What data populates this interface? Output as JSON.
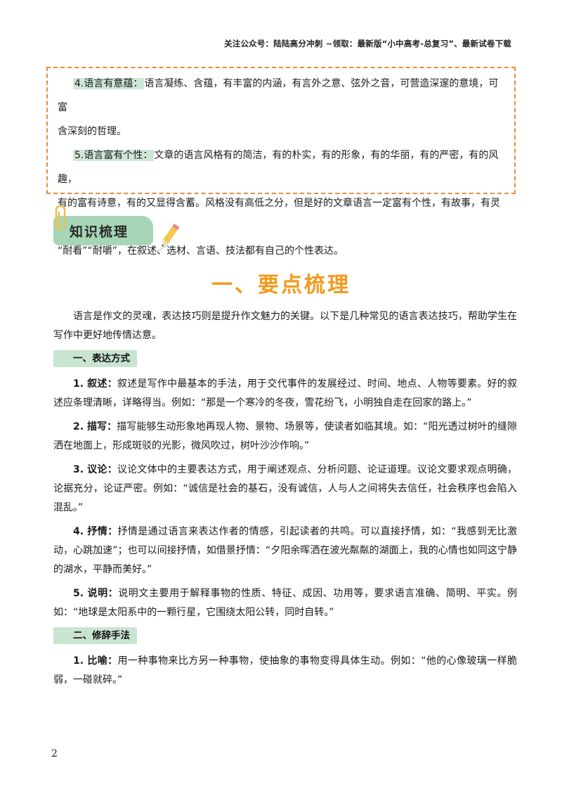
{
  "header": {
    "text": "关注公众号：陆陆高分冲刺  ~领取：最新版“小中高考-总复习”、最新试卷下载"
  },
  "tip_box": {
    "item4": {
      "label": "4.语言有意蕴：",
      "text": "语言凝练、含蕴，有丰富的内涵，有言外之意、弦外之音，可营造深邃的意境，可富",
      "cont": "含深刻的哲理。"
    },
    "item5": {
      "label": "5.语言富有个性：",
      "text": "文章的语言风格有的简洁，有的朴实，有的形象，有的华丽，有的严密，有的风趣，",
      "cont1": "有的富有诗意，有的又显得含蓄。风格没有高低之分，但是好的文章语言一定富有个性，有故事，有灵魂，",
      "cont2": "“耐看”“耐嚼”，在叙述、选材、言语、技法都有自己的个性表达。"
    }
  },
  "banner": {
    "title": "知识梳理"
  },
  "main_title": "一、要点梳理",
  "intro": "语言是作文的灵魂，表达技巧则是提升作文魅力的关键。以下是几种常见的语言表达技巧，帮助学生在写作中更好地传情达意。",
  "section1": {
    "heading": "一、表达方式",
    "items": [
      {
        "term": "1. 叙述：",
        "text": "叙述是写作中最基本的手法，用于交代事件的发展经过、时间、地点、人物等要素。好的叙述应条理清晰，详略得当。例如：“那是一个寒冷的冬夜，雪花纷飞，小明独自走在回家的路上。”"
      },
      {
        "term": "2. 描写：",
        "text": "描写能够生动形象地再现人物、景物、场景等，使读者如临其境。如：“阳光透过树叶的缝隙洒在地面上，形成斑驳的光影，微风吹过，树叶沙沙作响。”"
      },
      {
        "term": "3. 议论：",
        "text": "议论文体中的主要表达方式，用于阐述观点、分析问题、论证道理。议论文要求观点明确，论据充分，论证严密。例如：“诚信是社会的基石，没有诚信，人与人之间将失去信任，社会秩序也会陷入混乱。”"
      },
      {
        "term": "4. 抒情：",
        "text": "抒情是通过语言来表达作者的情感，引起读者的共鸣。可以直接抒情，如：“我感到无比激动，心跳加速”；也可以间接抒情，如借景抒情：“夕阳余晖洒在波光粼粼的湖面上，我的心情也如同这宁静的湖水，平静而美好。”"
      },
      {
        "term": "5. 说明：",
        "text": "说明文主要用于解释事物的性质、特征、成因、功用等，要求语言准确、简明、平实。例如：“地球是太阳系中的一颗行星，它围绕太阳公转，同时自转。”"
      }
    ]
  },
  "section2": {
    "heading": "二、修辞手法",
    "items": [
      {
        "term": "1. 比喻：",
        "text": "用一种事物来比方另一种事物，使抽象的事物变得具体生动。例如：“他的心像玻璃一样脆弱，一碰就碎。”"
      }
    ]
  },
  "page_number": "2",
  "colors": {
    "accent_orange": "#f29a1e",
    "dashed_border": "#e98b3a",
    "green_highlight": "#a6d6b5"
  },
  "icons": [
    "paperclip-icon",
    "pencil-icon"
  ]
}
